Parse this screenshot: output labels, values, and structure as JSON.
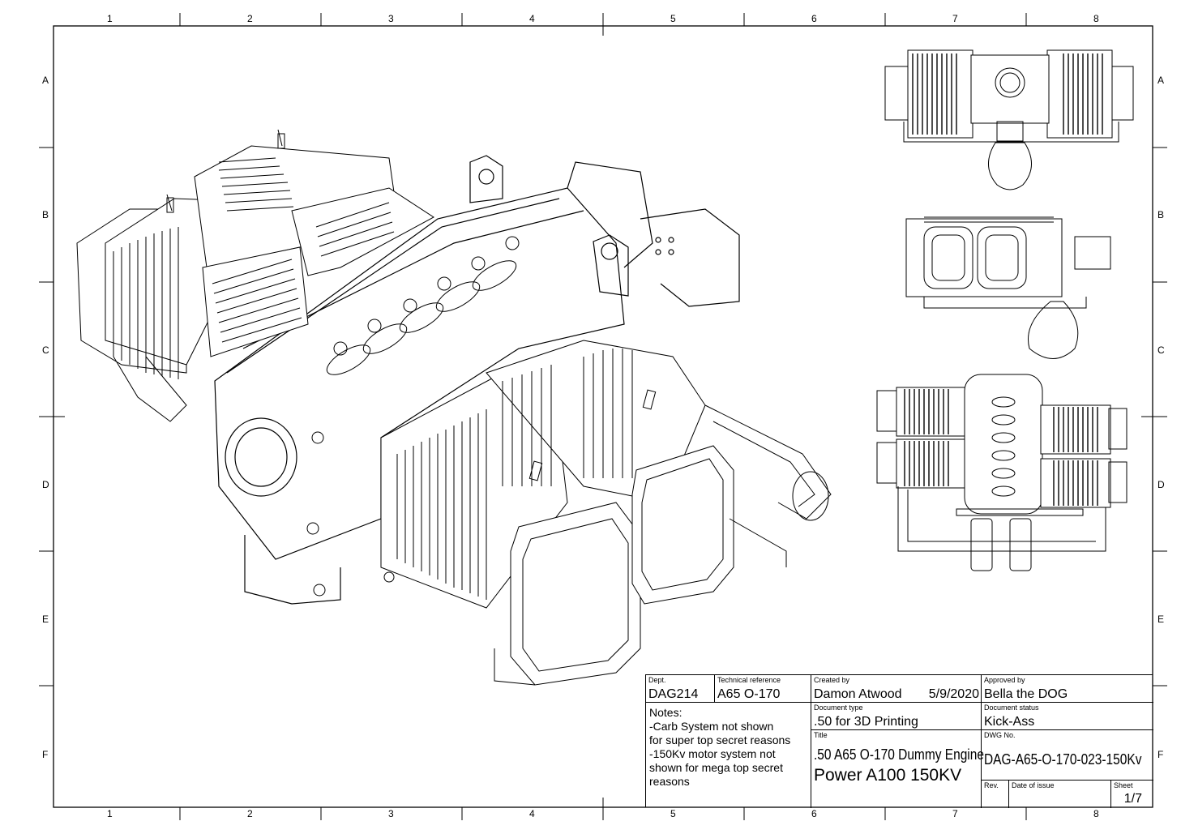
{
  "zones": {
    "columns": [
      "1",
      "2",
      "3",
      "4",
      "5",
      "6",
      "7",
      "8"
    ],
    "rows": [
      "A",
      "B",
      "C",
      "D",
      "E",
      "F"
    ]
  },
  "title_block": {
    "dept": {
      "label": "Dept.",
      "value": "DAG214"
    },
    "tech_ref": {
      "label": "Technical reference",
      "value": "A65 O-170"
    },
    "created_by": {
      "label": "Created by",
      "value": "Damon Atwood",
      "date": "5/9/2020"
    },
    "approved_by": {
      "label": "Approved by",
      "value": "Bella the DOG"
    },
    "doc_type": {
      "label": "Document type",
      "value": ".50 for 3D Printing"
    },
    "doc_status": {
      "label": "Document status",
      "value": "Kick-Ass"
    },
    "title": {
      "label": "Title",
      "line1": ".50 A65 O-170 Dummy Engine",
      "line2": "Power A100 150KV"
    },
    "dwg_no": {
      "label": "DWG No.",
      "value": "DAG-A65-O-170-023-150Kv"
    },
    "rev": {
      "label": "Rev."
    },
    "date_of_issue": {
      "label": "Date of issue"
    },
    "sheet": {
      "label": "Sheet",
      "value": "1/7"
    },
    "notes": [
      "Notes:",
      "-Carb System not shown",
      "for super top secret reasons",
      "-150Kv motor system not",
      "shown for mega top secret",
      "reasons"
    ]
  }
}
